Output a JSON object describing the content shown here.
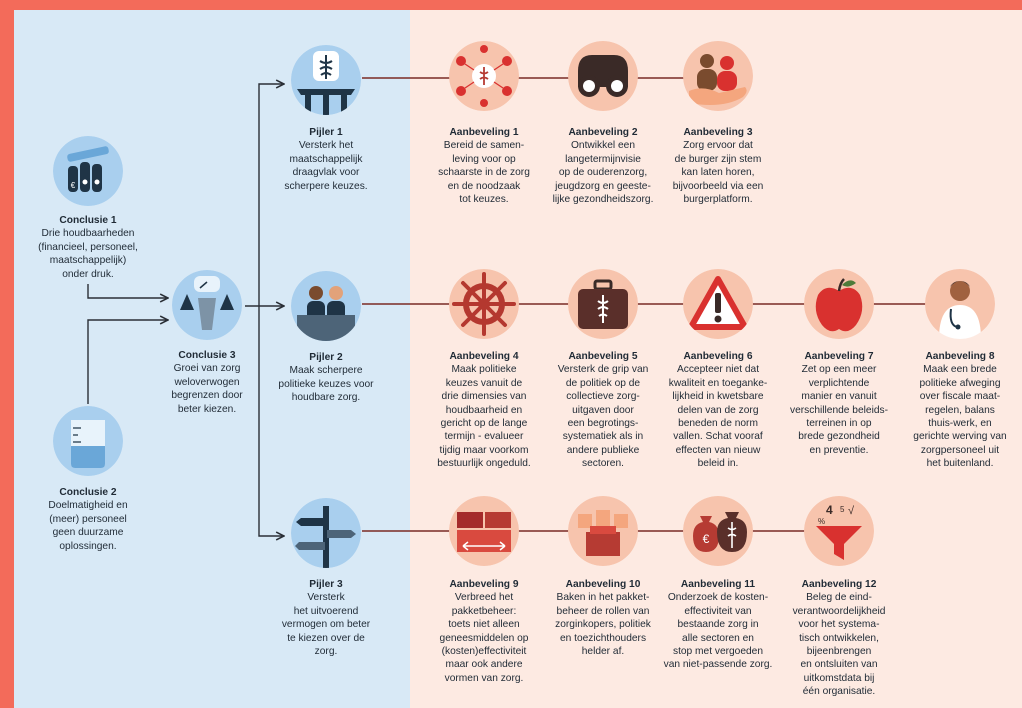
{
  "colors": {
    "frame": "#f36b5a",
    "left_panel": "#d8e9f6",
    "right_panel": "#fdeae2",
    "circle_blue": "#a9cfee",
    "circle_peach": "#f7c4ad",
    "dark": "#1f3446",
    "red": "#d9312f",
    "line_dark": "#2a2f36",
    "line_red": "#7a2a24"
  },
  "conclusions": [
    {
      "id": "c1",
      "title": "Conclusie 1",
      "text": "Drie houdbaarheden\n(financieel, personeel,\nmaatschappelijk)\nonder druk.",
      "icon": "coins-people-icon"
    },
    {
      "id": "c2",
      "title": "Conclusie 2",
      "text": "Doelmatigheid en\n(meer) personeel\ngeen duurzame\noplossingen.",
      "icon": "measuring-beaker-icon"
    },
    {
      "id": "c3",
      "title": "Conclusie 3",
      "text": "Groei van zorg\nweloverwogen\nbegrenzen door\nbeter kiezen.",
      "icon": "scale-weights-icon"
    }
  ],
  "pillars": [
    {
      "id": "p1",
      "title": "Pijler 1",
      "text": "Versterk het\nmaatschappelijk\ndraagvlak voor\nscherpere keuzes.",
      "icon": "caduceus-platform-icon"
    },
    {
      "id": "p2",
      "title": "Pijler 2",
      "text": "Maak scherpere\npolitieke keuzes voor\nhoudbare zorg.",
      "icon": "politicians-icon"
    },
    {
      "id": "p3",
      "title": "Pijler 3",
      "text": "Versterk\nhet uitvoerend\nvermogen om beter\nte kiezen over de\nzorg.",
      "icon": "signpost-icon"
    }
  ],
  "recommendations": [
    {
      "id": "r1",
      "title": "Aanbeveling 1",
      "text": "Bereid de samen-\nleving voor op\nschaarste in de zorg\nen de noodzaak\ntot keuzes.",
      "icon": "network-caduceus-icon"
    },
    {
      "id": "r2",
      "title": "Aanbeveling 2",
      "text": "Ontwikkel een\nlangetermijnvisie\nop de ouderenzorg,\njeugdzorg en geeste-\nlijke gezondheidszorg.",
      "icon": "binoculars-icon"
    },
    {
      "id": "r3",
      "title": "Aanbeveling 3",
      "text": "Zorg ervoor dat\nde burger zijn stem\nkan laten horen,\nbijvoorbeeld via een\nburgerplatform.",
      "icon": "people-hand-icon"
    },
    {
      "id": "r4",
      "title": "Aanbeveling 4",
      "text": "Maak politieke\nkeuzes vanuit de\ndrie dimensies van\nhoudbaarheid en\ngericht op de lange\ntermijn - evalueer\ntijdig maar voorkom\nbestuurlijk ongeduld.",
      "icon": "ship-wheel-icon"
    },
    {
      "id": "r5",
      "title": "Aanbeveling 5",
      "text": "Versterk de grip van\nde politiek op de\ncollectieve zorg-\nuitgaven door\neen begrotings-\nsystematiek als in\nandere publieke\nsectoren.",
      "icon": "medical-briefcase-icon"
    },
    {
      "id": "r6",
      "title": "Aanbeveling 6",
      "text": "Accepteer niet dat\nkwaliteit en toeganke-\nlijkheid in kwetsbare\ndelen van de zorg\nbeneden de norm\nvallen. Schat vooraf\neffecten van nieuw\nbeleid in.",
      "icon": "warning-triangle-icon"
    },
    {
      "id": "r7",
      "title": "Aanbeveling 7",
      "text": "Zet op een meer\nverplichtende\nmanier en vanuit\nverschillende beleids-\nterreinen in op\nbrede gezondheid\nen preventie.",
      "icon": "apple-icon"
    },
    {
      "id": "r8",
      "title": "Aanbeveling 8",
      "text": "Maak een brede\npolitieke afweging\nover fiscale maat-\nregelen, balans\nthuis-werk, en\ngerichte werving van\nzorgpersoneel uit\nhet buitenland.",
      "icon": "nurse-icon"
    },
    {
      "id": "r9",
      "title": "Aanbeveling 9",
      "text": "Verbreed het\npakketbeheer:\ntoets niet alleen\ngeneesmiddelen op\n(kosten)effectiviteit\nmaar ook andere\nvormen van zorg.",
      "icon": "wider-package-icon"
    },
    {
      "id": "r10",
      "title": "Aanbeveling 10",
      "text": "Baken in het pakket-\nbeheer de rollen van\nzorginkopers, politiek\nen toezichthouders\nhelder af.",
      "icon": "blocks-icon"
    },
    {
      "id": "r11",
      "title": "Aanbeveling 11",
      "text": "Onderzoek de kosten-\neffectiviteit van\nbestaande zorg in\nalle sectoren en\nstop met vergoeden\nvan niet-passende zorg.",
      "icon": "money-bags-icon"
    },
    {
      "id": "r12",
      "title": "Aanbeveling 12",
      "text": "Beleg de eind-\nverantwoordelijkheid\nvoor het systema-\ntisch ontwikkelen,\nbijeenbrengen\nen ontsluiten van\nuitkomstdata bij\néén organisatie.",
      "icon": "data-funnel-icon"
    }
  ]
}
